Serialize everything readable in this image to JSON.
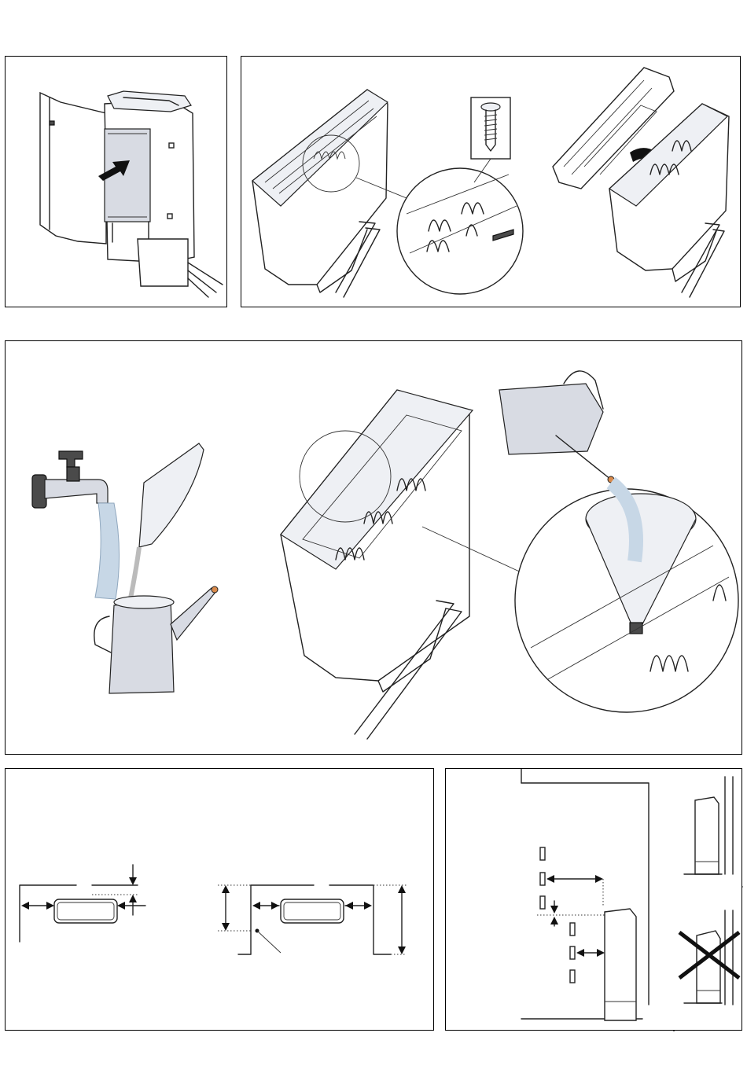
{
  "document": {
    "figures": [
      {
        "id": "cover-removal",
        "icon": "stove-cover-removal-illustration"
      },
      {
        "id": "stone-tray",
        "icon": "stone-tray-removal-illustration",
        "detail_icon": "screw-icon"
      },
      {
        "id": "filling",
        "icon": "water-tank-filling-illustration",
        "tools": [
          "water-tap-icon",
          "watering-can-icon",
          "funnel-icon",
          "jug-icon"
        ]
      },
      {
        "id": "safety-distances",
        "icon": "dimension-diagram"
      },
      {
        "id": "wall-mounting",
        "icon": "wall-distance-diagram"
      },
      {
        "id": "placement",
        "icon": "placement-correct-incorrect",
        "states": [
          "allowed",
          "not-allowed"
        ]
      }
    ]
  }
}
